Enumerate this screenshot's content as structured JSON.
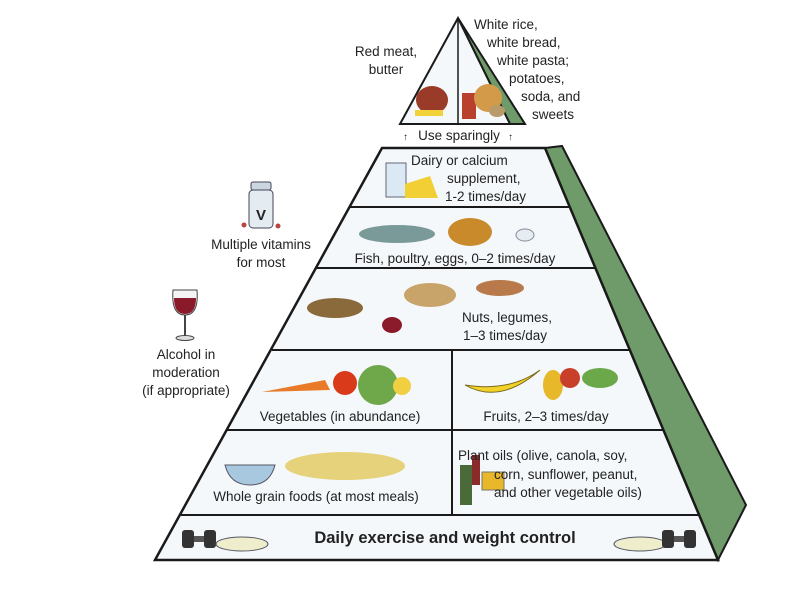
{
  "title_tiers": {
    "top_left": [
      "Red meat,",
      "butter"
    ],
    "top_right": [
      "White rice,",
      "white bread,",
      "white pasta;",
      "potatoes,",
      "soda, and",
      "sweets"
    ],
    "use_sparingly": "Use sparingly",
    "dairy": [
      "Dairy or calcium",
      "supplement,",
      "1-2 times/day"
    ],
    "protein": "Fish, poultry, eggs, 0–2 times/day",
    "nuts": [
      "Nuts, legumes,",
      "1–3 times/day"
    ],
    "vegetables": "Vegetables (in abundance)",
    "fruits": "Fruits, 2–3 times/day",
    "grains": "Whole grain foods (at most meals)",
    "oils": [
      "Plant oils (olive, canola, soy,",
      "corn, sunflower, peanut,",
      "and other vegetable oils)"
    ],
    "base": "Daily exercise and weight control"
  },
  "side_notes": {
    "vitamins": [
      "Multiple vitamins",
      "for most"
    ],
    "vitamin_label": "V",
    "alcohol": [
      "Alcohol in",
      "moderation",
      "(if appropriate)"
    ]
  },
  "colors": {
    "side_face": "#6f9a6a",
    "outline": "#1a1a1a",
    "tier_fill": "#f4f8fb"
  }
}
